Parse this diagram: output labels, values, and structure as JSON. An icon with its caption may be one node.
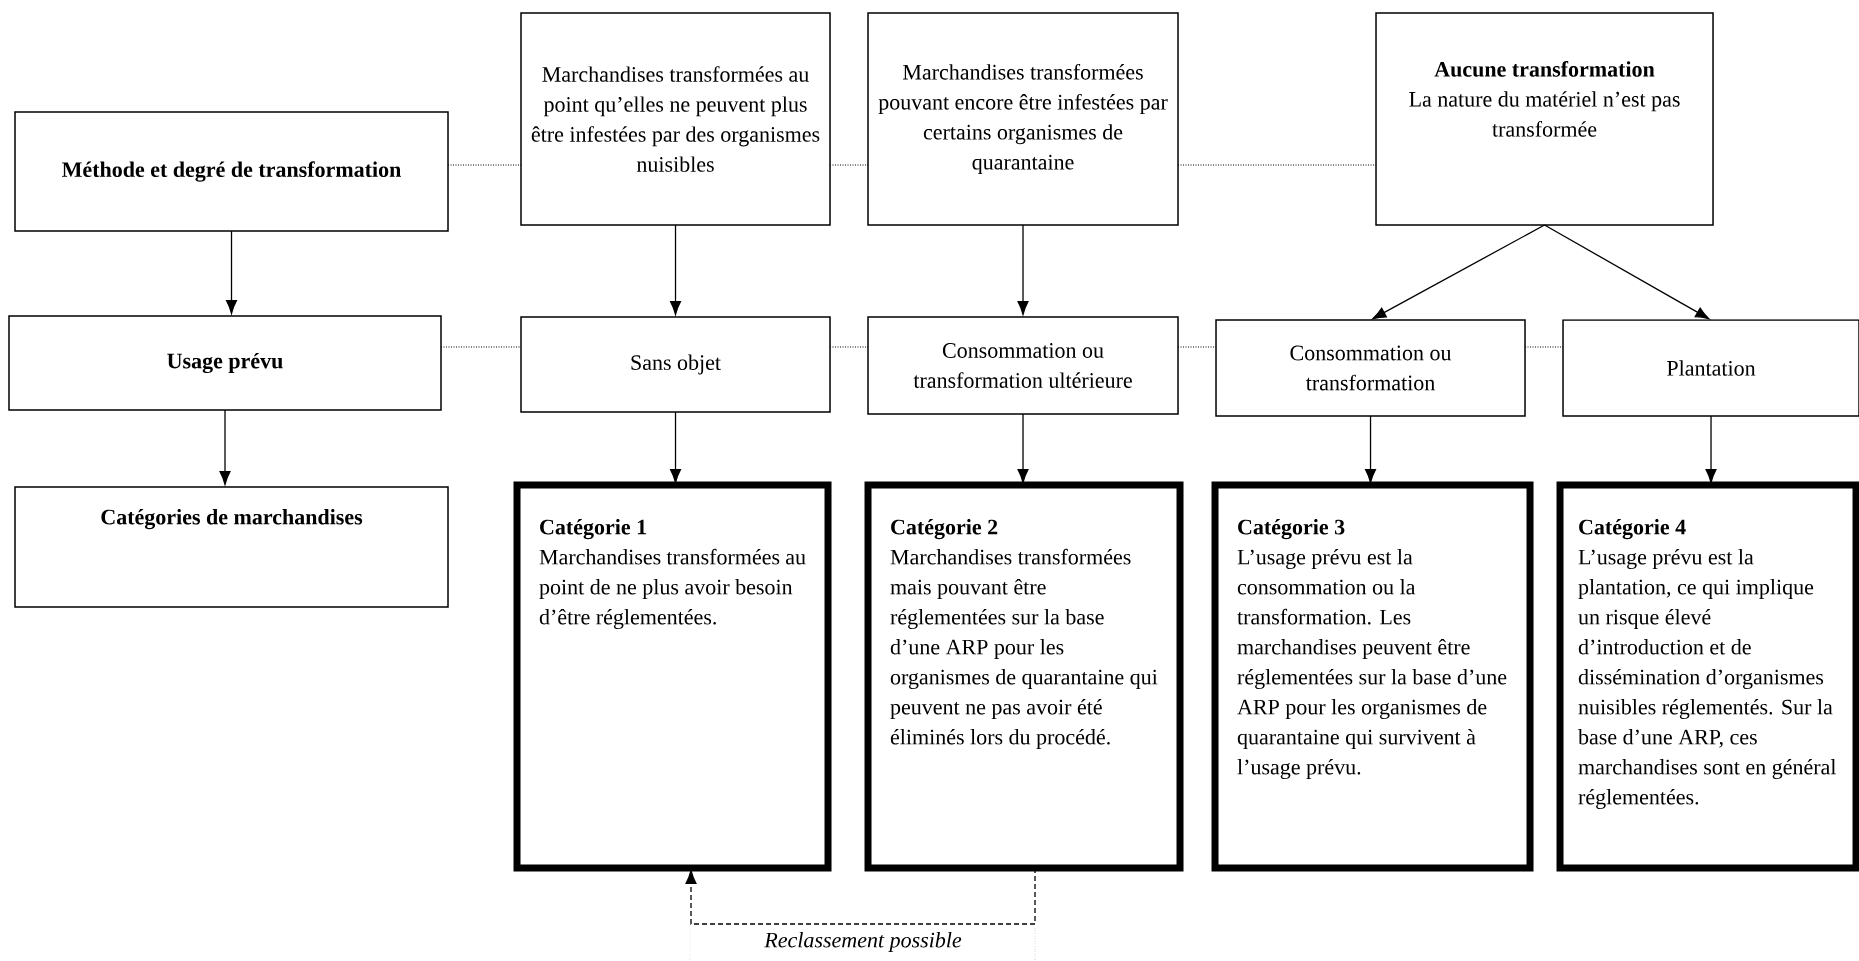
{
  "diagram": {
    "nodes": [
      {
        "text": [
          "Méthode et degré de transformation"
        ]
      },
      {
        "text": [
          "Marchandises transformées au point qu’elles ne peuvent plus être infestées par des organismes nuisibles"
        ]
      },
      {
        "text": [
          "Marchandises transformées pouvant encore être infestées par certains organismes de quarantaine"
        ]
      },
      {
        "text": [
          "Aucune transformation",
          "La nature du matériel n’est pas transformée"
        ]
      },
      {
        "text": [
          "Usage prévu"
        ]
      },
      {
        "text": [
          "Sans objet"
        ]
      },
      {
        "text": [
          "Consommation ou transformation ultérieure"
        ]
      },
      {
        "text": [
          "Consommation ou transformation"
        ]
      },
      {
        "text": [
          "Plantation"
        ]
      },
      {
        "text": [
          "Catégories de marchandises"
        ]
      },
      {
        "text": [
          "Catégorie 1",
          "Marchandises transformées au point de ne plus avoir besoin d’être réglementées."
        ]
      },
      {
        "text": [
          "Catégorie 2",
          "Marchandises transformées mais pouvant être réglementées sur la base d’une ARP pour les organismes de quarantaine qui peuvent ne pas avoir été éliminés lors du procédé."
        ]
      },
      {
        "text": [
          "Catégorie 3",
          "L’usage prévu est la consommation ou la transformation. Les marchandises peuvent être réglementées sur la base d’une ARP pour les organismes de quarantaine qui survivent à l’usage prévu."
        ]
      },
      {
        "text": [
          "Catégorie 4",
          "L’usage prévu est la plantation, ce qui implique un risque élevé d’introduction et de dissémination d’organismes nuisibles réglementés. Sur la base d’une ARP, ces marchandises sont en général réglementées."
        ]
      }
    ],
    "edges": [
      {
        "from": 0,
        "to": 1,
        "arrow": "none",
        "style": "dashed"
      },
      {
        "from": 1,
        "to": 2,
        "arrow": "none",
        "style": "dashed"
      },
      {
        "from": 2,
        "to": 3,
        "arrow": "none",
        "style": "dashed"
      },
      {
        "from": 0,
        "to": 4,
        "arrow": "to"
      },
      {
        "from": 1,
        "to": 5,
        "arrow": "to"
      },
      {
        "from": 2,
        "to": 6,
        "arrow": "to"
      },
      {
        "from": 3,
        "to": 7,
        "arrow": "to"
      },
      {
        "from": 3,
        "to": 8,
        "arrow": "to"
      },
      {
        "from": 4,
        "to": 5,
        "arrow": "none",
        "style": "dashed"
      },
      {
        "from": 5,
        "to": 6,
        "arrow": "none",
        "style": "dashed"
      },
      {
        "from": 6,
        "to": 7,
        "arrow": "none",
        "style": "dashed"
      },
      {
        "from": 7,
        "to": 8,
        "arrow": "none",
        "style": "dashed"
      },
      {
        "from": 4,
        "to": 9,
        "arrow": "to"
      },
      {
        "from": 5,
        "to": 10,
        "arrow": "to"
      },
      {
        "from": 6,
        "to": 11,
        "arrow": "to"
      },
      {
        "from": 7,
        "to": 12,
        "arrow": "to"
      },
      {
        "from": 8,
        "to": 13,
        "arrow": "to"
      },
      {
        "from": 11,
        "to": 10,
        "arrow": "to",
        "style": "dashed",
        "label": "*Reclassement possible*"
      }
    ]
  }
}
